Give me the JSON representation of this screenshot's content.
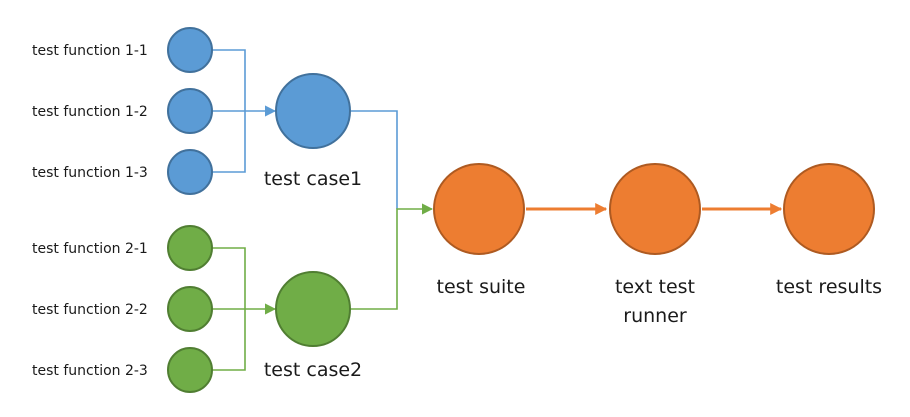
{
  "functions": {
    "f11": "test function 1-1",
    "f12": "test function 1-2",
    "f13": "test function 1-3",
    "f21": "test function 2-1",
    "f22": "test function 2-2",
    "f23": "test function 2-3"
  },
  "nodes": {
    "case1": "test case1",
    "case2": "test case2",
    "suite": "test suite",
    "runner_line1": "text test",
    "runner_line2": "runner",
    "results": "test results"
  },
  "colors": {
    "group1": "#5b9bd5",
    "group2": "#70ad47",
    "pipeline": "#ed7d31"
  }
}
